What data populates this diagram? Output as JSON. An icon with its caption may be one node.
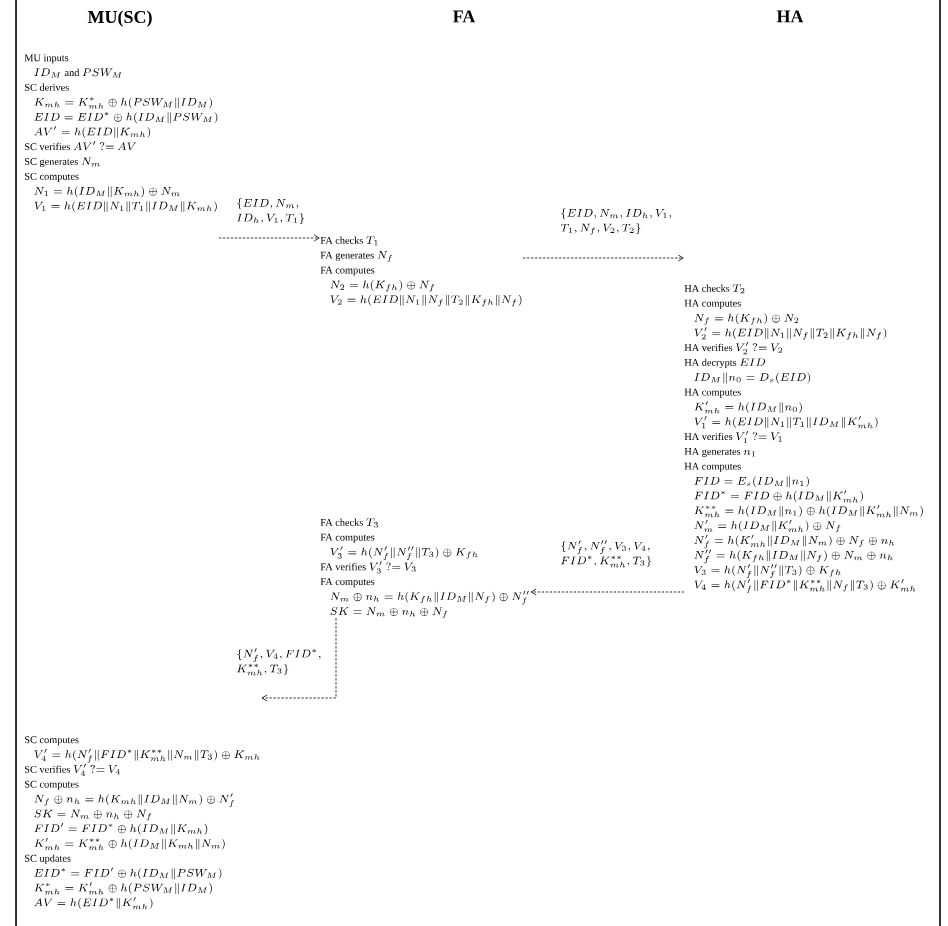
{
  "diagram": {
    "nodes": [
      {
        "text": [
          "\\text{MU inputs}",
          "ID_M \\text{ and } PSW_M",
          "\\text{SC derives}",
          "K_{mh}=K_{mh}^{*}\\oplus h(PSW_M\\Vert ID_M)",
          "EID=EID^{*}\\oplus h(ID_M\\Vert PSW_M)",
          "AV'=h(EID\\Vert K_{mh})",
          "\\text{SC verifies } AV'\\ ?{=}\\ AV",
          "\\text{SC generates } N_m",
          "\\text{SC computes}",
          "N_1=h(ID_M\\Vert K_{mh})\\oplus N_m",
          "V_1=h(EID\\Vert N_1\\Vert T_1\\Vert ID_M\\Vert K_{mh})"
        ]
      },
      {
        "text": [
          "\\text{FA checks } T_1",
          "\\text{FA generates } N_f",
          "\\text{FA computes}",
          "N_2=h(K_{fh})\\oplus N_f",
          "V_2=h(EID\\Vert N_1\\Vert N_f\\Vert T_2\\Vert K_{fh}\\Vert N_f)"
        ]
      },
      {
        "text": [
          "\\text{HA checks } T_2",
          "\\text{HA computes}",
          "N_f=h(K_{fh})\\oplus N_2",
          "V_2'=h(EID\\Vert N_1\\Vert N_f\\Vert T_2\\Vert K_{fh}\\Vert N_f)",
          "\\text{HA verifies } V_2'\\ ?{=}\\ V_2",
          "\\text{HA decrypts } EID",
          "ID_M\\Vert n_0=D_s(EID)",
          "\\text{HA computes}",
          "K_{mh}'=h(ID_M\\Vert n_0)",
          "V_1'=h(EID\\Vert N_1\\Vert T_1\\Vert ID_M\\Vert K_{mh}')",
          "\\text{HA verifies } V_1'\\ ?{=}\\ V_1",
          "\\text{HA generates } n_1",
          "\\text{HA computes}",
          "FID=E_s(ID_M\\Vert n_1)",
          "FID^{*}=FID\\oplus h(ID_M\\Vert K_{mh}')",
          "K_{mh}^{**}=h(ID_M\\Vert n_1)\\oplus h(ID_M\\Vert K_{mh}'\\Vert N_m)",
          "N_m'=h(ID_M\\Vert K_{mh}')\\oplus N_f",
          "N_f'=h(K_{mh}'\\Vert ID_M\\Vert N_m)\\oplus N_f\\oplus n_h",
          "N_f''=h(K_{fh}\\Vert ID_M\\Vert N_f)\\oplus N_m\\oplus n_h",
          "V_3=h(N_f'\\Vert N_f''\\Vert T_3)\\oplus K_{fh}",
          "V_4=h(N_f'\\Vert FID^{*}\\Vert K_{mh}^{**}\\Vert N_f\\Vert T_3)\\oplus K_{mh}'"
        ]
      },
      {
        "text": [
          "\\text{FA checks } T_3",
          "\\text{FA computes}",
          "V_3'=h(N_f'\\Vert N_f''\\Vert T_3)\\oplus K_{fh}",
          "\\text{FA verifies } V_3'\\ ?{=}\\ V_3",
          "\\text{FA computes}",
          "N_m\\oplus n_h=h(K_{fh}\\Vert ID_M\\Vert N_f)\\oplus N_f''",
          "SK=N_m\\oplus n_h\\oplus N_f"
        ]
      },
      {
        "text": [
          "\\text{SC computes}",
          "V_4'=h(N_f'\\Vert FID^{*}\\Vert K_{mh}^{**}\\Vert N_m\\Vert T_3)\\oplus K_{mh}",
          "\\text{SC verifies } V_4'\\ ?{=}\\ V_4",
          "\\text{SC computes}",
          "N_f\\oplus n_h=h(K_{mh}\\Vert ID_M\\Vert N_m)\\oplus N_f'",
          "SK=N_m\\oplus n_h\\oplus N_f",
          "FID'=FID^{*}\\oplus h(ID_M\\Vert K_{mh})",
          "K_{mh}'=K_{mh}^{**}\\oplus h(ID_M\\Vert K_{mh}\\Vert N_m)",
          "\\text{SC updates}",
          "EID^{*}=FID'\\oplus h(ID_M\\Vert PSW_M)",
          "K_{mh}^{*}=K_{mh}'\\oplus h(PSW_M\\Vert ID_M)",
          "AV=h(EID^{*}\\Vert K_{mh}')"
        ]
      }
    ],
    "edges": [
      {
        "from": 0,
        "to": 1,
        "arrow": "to",
        "style": "dashed",
        "label": "\\{EID,N_m,\\allowbreak ID_h,V_1,T_1\\}"
      },
      {
        "from": 1,
        "to": 2,
        "arrow": "to",
        "style": "dashed",
        "label": "\\{EID,N_m,ID_h,V_1,\\allowbreak T_1,N_f,V_2,T_2\\}"
      },
      {
        "from": 2,
        "to": 3,
        "arrow": "to",
        "style": "dashed",
        "label": "\\{N_f',N_f'',V_3,V_4,\\allowbreak FID^{*},K_{mh}^{**},T_3\\}"
      },
      {
        "from": 3,
        "to": 4,
        "arrow": "to",
        "style": "dashed",
        "label": "\\{N_f',V_4,FID^{*},\\allowbreak K_{mh}^{**},T_3\\}"
      }
    ],
    "labels": [
      "MU(SC)",
      "FA",
      "HA"
    ]
  }
}
